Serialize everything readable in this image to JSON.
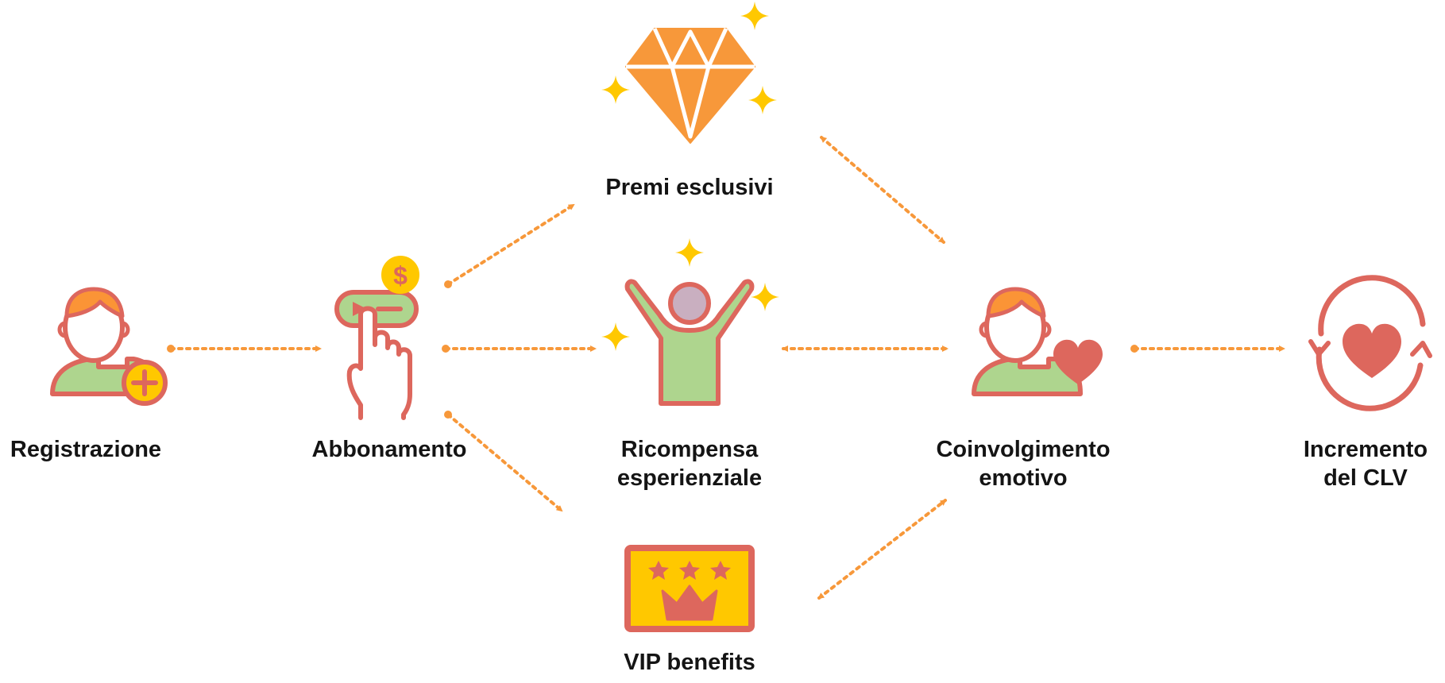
{
  "colors": {
    "accent_orange": "#F7983A",
    "coral": "#DD675D",
    "green": "#AED58E",
    "yellow": "#FFC800",
    "lilac": "#C9AFC0",
    "hair_orange": "#FB9436",
    "text": "#141414"
  },
  "nodes": {
    "registrazione": {
      "label": "Registrazione",
      "icon": "add-user-icon"
    },
    "abbonamento": {
      "label": "Abbonamento",
      "icon": "subscription-tap-icon"
    },
    "premi": {
      "label": "Premi esclusivi",
      "icon": "diamond-icon"
    },
    "ricompensa": {
      "line1": "Ricompensa",
      "line2": "esperienziale",
      "icon": "celebrating-person-icon"
    },
    "vip": {
      "label": "VIP benefits",
      "icon": "vip-crown-card-icon"
    },
    "coinvolgimento": {
      "line1": "Coinvolgimento",
      "line2": "emotivo",
      "icon": "user-heart-icon"
    },
    "incremento": {
      "line1": "Incremento",
      "line2": "del CLV",
      "icon": "heart-cycle-icon"
    }
  },
  "connectors": [
    {
      "from": "registrazione",
      "to": "abbonamento",
      "direction": "forward"
    },
    {
      "from": "abbonamento",
      "to": "premi",
      "direction": "forward"
    },
    {
      "from": "abbonamento",
      "to": "ricompensa",
      "direction": "forward"
    },
    {
      "from": "abbonamento",
      "to": "vip",
      "direction": "forward"
    },
    {
      "from": "premi",
      "to": "coinvolgimento",
      "direction": "both"
    },
    {
      "from": "ricompensa",
      "to": "coinvolgimento",
      "direction": "both"
    },
    {
      "from": "vip",
      "to": "coinvolgimento",
      "direction": "both"
    },
    {
      "from": "coinvolgimento",
      "to": "incremento",
      "direction": "forward"
    }
  ]
}
